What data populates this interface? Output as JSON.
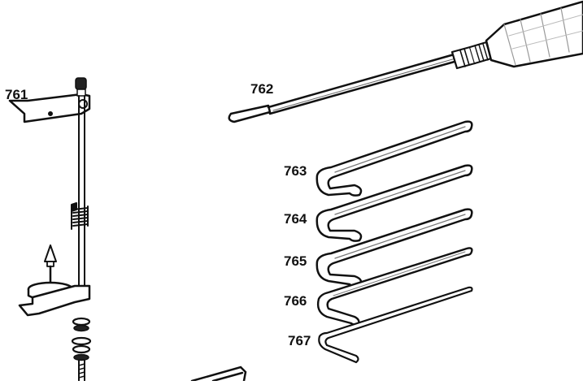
{
  "diagram": {
    "parts": [
      {
        "id": "761",
        "label": "761",
        "kind": "spool-stand"
      },
      {
        "id": "762",
        "label": "762",
        "kind": "screwdriver"
      },
      {
        "id": "763",
        "label": "763",
        "kind": "hex-key"
      },
      {
        "id": "764",
        "label": "764",
        "kind": "hex-key"
      },
      {
        "id": "765",
        "label": "765",
        "kind": "hex-key"
      },
      {
        "id": "766",
        "label": "766",
        "kind": "hex-key"
      },
      {
        "id": "767",
        "label": "767",
        "kind": "hex-key"
      }
    ]
  },
  "colors": {
    "ink": "#111111",
    "paper": "#ffffff",
    "shade": "#dddddd"
  }
}
